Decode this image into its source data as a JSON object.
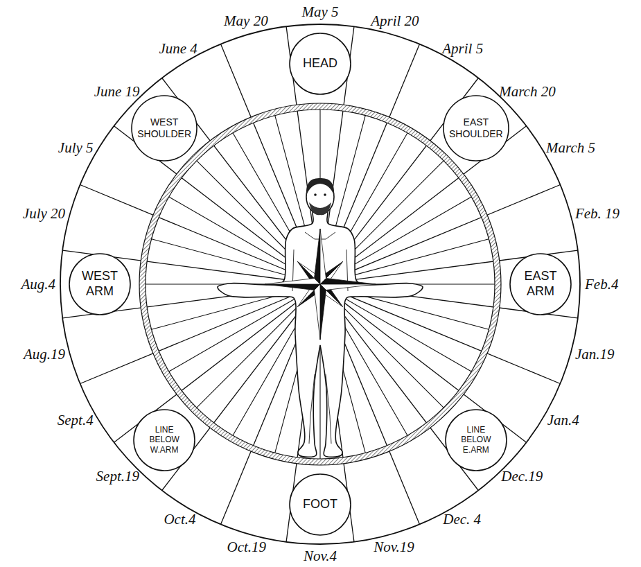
{
  "diagram": {
    "nodes": [
      {
        "text": [
          "HEAD"
        ]
      },
      {
        "text": [
          "WEST SHOULDER"
        ]
      },
      {
        "text": [
          "EAST SHOULDER"
        ]
      },
      {
        "text": [
          "WEST ARM"
        ]
      },
      {
        "text": [
          "EAST ARM"
        ]
      },
      {
        "text": [
          "LINE BELOW W.ARM"
        ]
      },
      {
        "text": [
          "LINE BELOW E.ARM"
        ]
      },
      {
        "text": [
          "FOOT"
        ]
      }
    ],
    "labels": [
      "May 5",
      "April 20",
      "April 5",
      "March 20",
      "March 5",
      "Feb. 19",
      "Feb.4",
      "Jan.19",
      "Jan.4",
      "Dec.19",
      "Dec. 4",
      "Nov.19",
      "Nov.4",
      "Oct.19",
      "Oct.4",
      "Sept.19",
      "Sept.4",
      "Aug.19",
      "Aug.4",
      "July 20",
      "July 5",
      "June 19",
      "June 4",
      "May 20"
    ]
  }
}
